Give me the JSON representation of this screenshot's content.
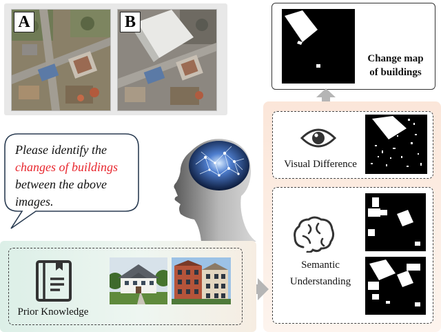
{
  "images": {
    "a_label": "A",
    "b_label": "B"
  },
  "change_map": {
    "label_line1": "Change map",
    "label_line2": "of buildings"
  },
  "prompt": {
    "line1": "Please identify the",
    "highlight": "changes of buildings",
    "line3": "between the above",
    "line4": "images."
  },
  "visual_difference": {
    "label": "Visual Difference"
  },
  "semantic": {
    "label_line1": "Semantic",
    "label_line2": "Understanding"
  },
  "prior_knowledge": {
    "label": "Prior Knowledge"
  },
  "colors": {
    "highlight_red": "#e8272e",
    "arrow_gray": "#b5b5b5",
    "icon_dark": "#333333"
  }
}
